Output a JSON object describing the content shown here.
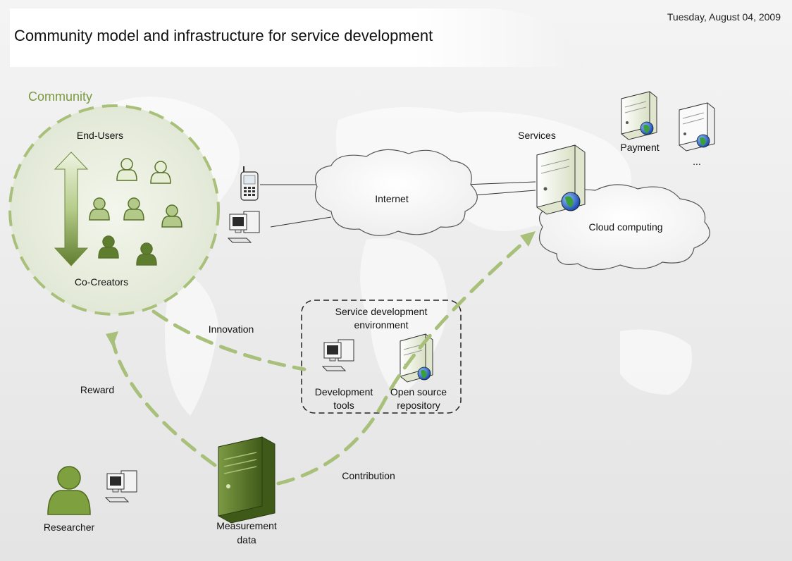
{
  "title": "Community model and infrastructure for service development",
  "date": "Tuesday, August 04, 2009",
  "community": {
    "label": "Community",
    "top_label": "End-Users",
    "bottom_label": "Co-Creators"
  },
  "internet_label": "Internet",
  "services_label": "Services",
  "payment_label": "Payment",
  "more_label": "...",
  "cloud_label": "Cloud computing",
  "sde": {
    "title_line1": "Service development",
    "title_line2": "environment",
    "dev_tools_line1": "Development",
    "dev_tools_line2": "tools",
    "repo_line1": "Open source",
    "repo_line2": "repository"
  },
  "flows": {
    "innovation": "Innovation",
    "reward": "Reward",
    "contribution": "Contribution"
  },
  "researcher_label": "Researcher",
  "measurement_line1": "Measurement",
  "measurement_line2": "data",
  "colors": {
    "accent_green": "#8fb05a",
    "dark_green": "#5f7d2f",
    "text": "#111111"
  }
}
